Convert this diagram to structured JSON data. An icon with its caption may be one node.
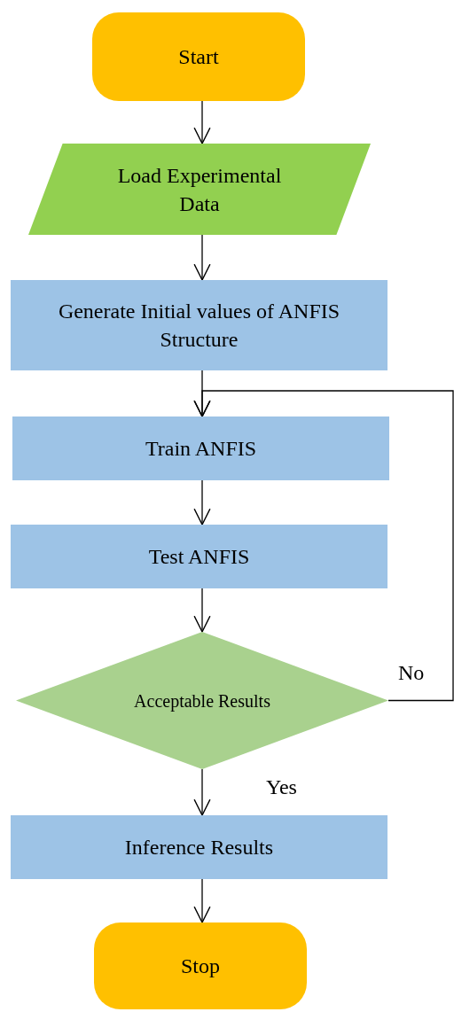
{
  "diagram": {
    "nodes": [
      {
        "text": [
          "Start"
        ]
      },
      {
        "text": [
          "Load Experimental Data"
        ]
      },
      {
        "text": [
          "Generate Initial values of ANFIS Structure"
        ]
      },
      {
        "text": [
          "Train ANFIS"
        ]
      },
      {
        "text": [
          "Test ANFIS"
        ]
      },
      {
        "text": [
          "Acceptable Results"
        ]
      },
      {
        "text": [
          "Inference Results"
        ]
      },
      {
        "text": [
          "Stop"
        ]
      }
    ],
    "edges": [
      {
        "from": 0,
        "to": 1,
        "arrow": "to"
      },
      {
        "from": 1,
        "to": 2,
        "arrow": "to"
      },
      {
        "from": 2,
        "to": 3,
        "arrow": "to"
      },
      {
        "from": 3,
        "to": 4,
        "arrow": "to"
      },
      {
        "from": 4,
        "to": 5,
        "arrow": "to"
      },
      {
        "from": 5,
        "to": 3,
        "arrow": "to",
        "label": "No"
      },
      {
        "from": 5,
        "to": 6,
        "arrow": "to",
        "label": "Yes"
      },
      {
        "from": 6,
        "to": 7,
        "arrow": "to"
      }
    ]
  }
}
